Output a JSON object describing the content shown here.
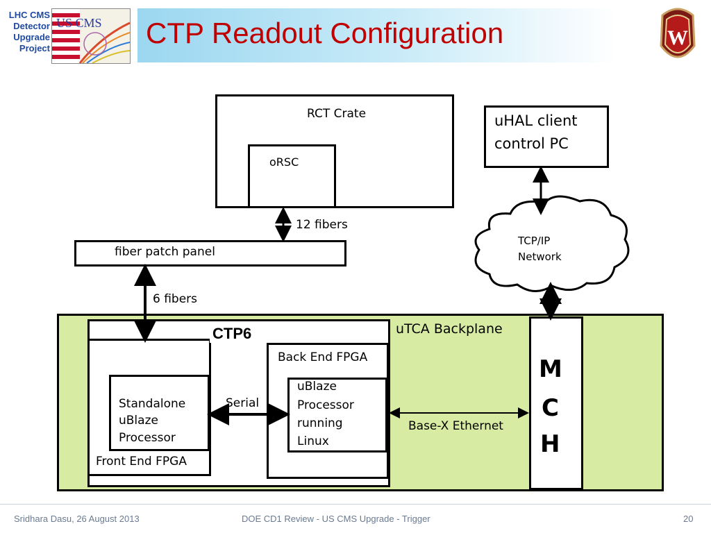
{
  "header": {
    "project_label": "LHC CMS\nDetector\nUpgrade\nProject",
    "title": "CTP Readout Configuration",
    "logo_text": "US CMS"
  },
  "diagram": {
    "rct_crate": "RCT Crate",
    "orsc": "oRSC",
    "fibers_12": "12 fibers",
    "patch_panel": "fiber patch panel",
    "fibers_6": "6 fibers",
    "uhal_line1": "uHAL client",
    "uhal_line2": "control PC",
    "network_line1": "TCP/IP",
    "network_line2": "Network",
    "utca_backplane": "uTCA Backplane",
    "ctp6": "CTP6",
    "backend_fpga": "Back End FPGA",
    "ublaze_linux": [
      "uBlaze",
      "Processor",
      "running",
      "Linux"
    ],
    "standalone": [
      "Standalone",
      "uBlaze",
      "Processor"
    ],
    "serial": "Serial",
    "frontend_fpga": "Front End FPGA",
    "basex": "Base-X Ethernet",
    "mch": [
      "M",
      "C",
      "H"
    ]
  },
  "footer": {
    "left": "Sridhara Dasu, 26 August 2013",
    "center": "DOE CD1 Review - US CMS Upgrade - Trigger",
    "page": "20"
  },
  "colors": {
    "title": "#c00000",
    "title_bar": "#9bd7f0",
    "backplane": "#d7eca2",
    "project_label": "#1f4aa0"
  }
}
